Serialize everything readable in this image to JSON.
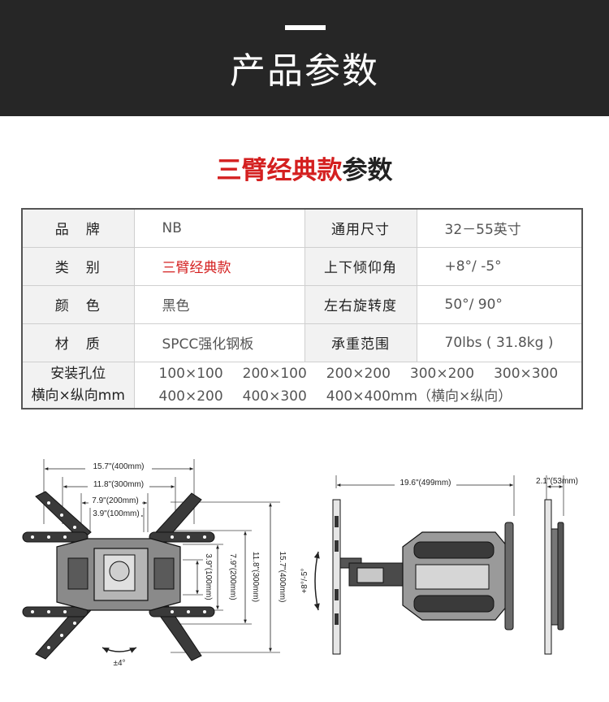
{
  "banner": {
    "title": "产品参数"
  },
  "subtitle": {
    "red": "三臂经典款",
    "black": "参数"
  },
  "specs": {
    "brand_label": "品　牌",
    "brand": "NB",
    "size_label": "通用尺寸",
    "size": "32－55英寸",
    "type_label": "类　别",
    "type": "三臂经典款",
    "tilt_label": "上下倾仰角",
    "tilt": "+8°/ -5°",
    "color_label": "颜　色",
    "color": "黑色",
    "swivel_label": "左右旋转度",
    "swivel": "50°/ 90°",
    "material_label": "材　质",
    "material": "SPCC强化钢板",
    "load_label": "承重范围",
    "load": "70lbs ( 31.8kg )",
    "mount_label_1": "安装孔位",
    "mount_label_2": "横向×纵向mm",
    "mount_row1": [
      "100×100",
      "200×100",
      "200×200",
      "300×200",
      "300×300"
    ],
    "mount_row2": [
      "400×200",
      "400×300",
      "400×400mm（横向×纵向）"
    ]
  },
  "dimensions": {
    "w400": "15.7\"(400mm)",
    "w300": "11.8\"(300mm)",
    "w200": "7.9\"(200mm)",
    "w100": "3.9\"(100mm)",
    "h100": "3.9\"(100mm)",
    "h200": "7.9\"(200mm)",
    "h300": "11.8\"(300mm)",
    "h400": "15.7\"(400mm)",
    "rotate": "±4°",
    "extend": "19.6\"(499mm)",
    "depth": "2.1\"(53mm)",
    "tilt": "+8°/-5°"
  },
  "colors": {
    "banner": "#262626",
    "accent_red": "#d42020"
  }
}
